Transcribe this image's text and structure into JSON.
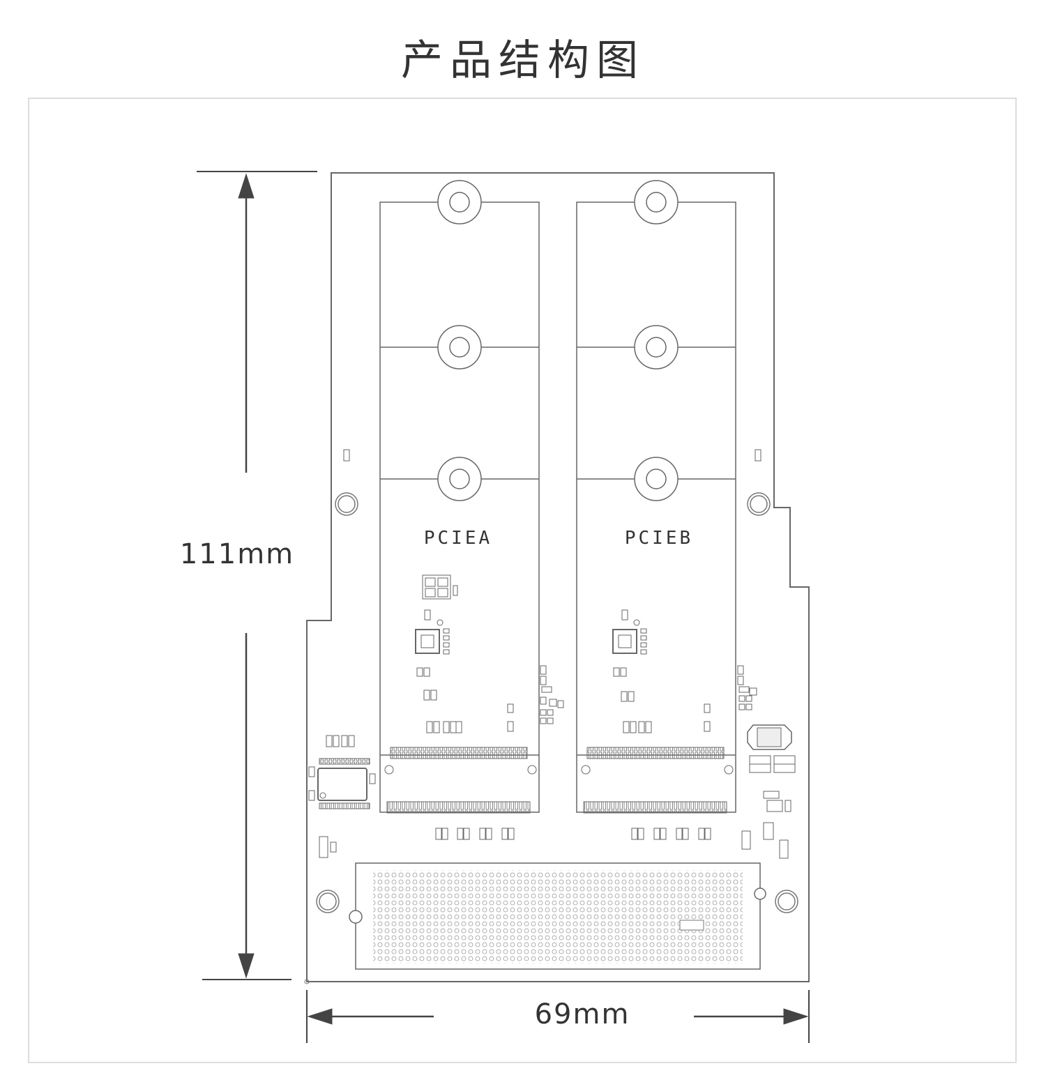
{
  "title": "产品结构图",
  "dimensions": {
    "height": "111mm",
    "width": "69mm"
  },
  "slots": [
    {
      "label": "PCIEA"
    },
    {
      "label": "PCIEB"
    }
  ],
  "colors": {
    "line": "#555555",
    "text": "#333333",
    "frame": "#dddddd"
  }
}
